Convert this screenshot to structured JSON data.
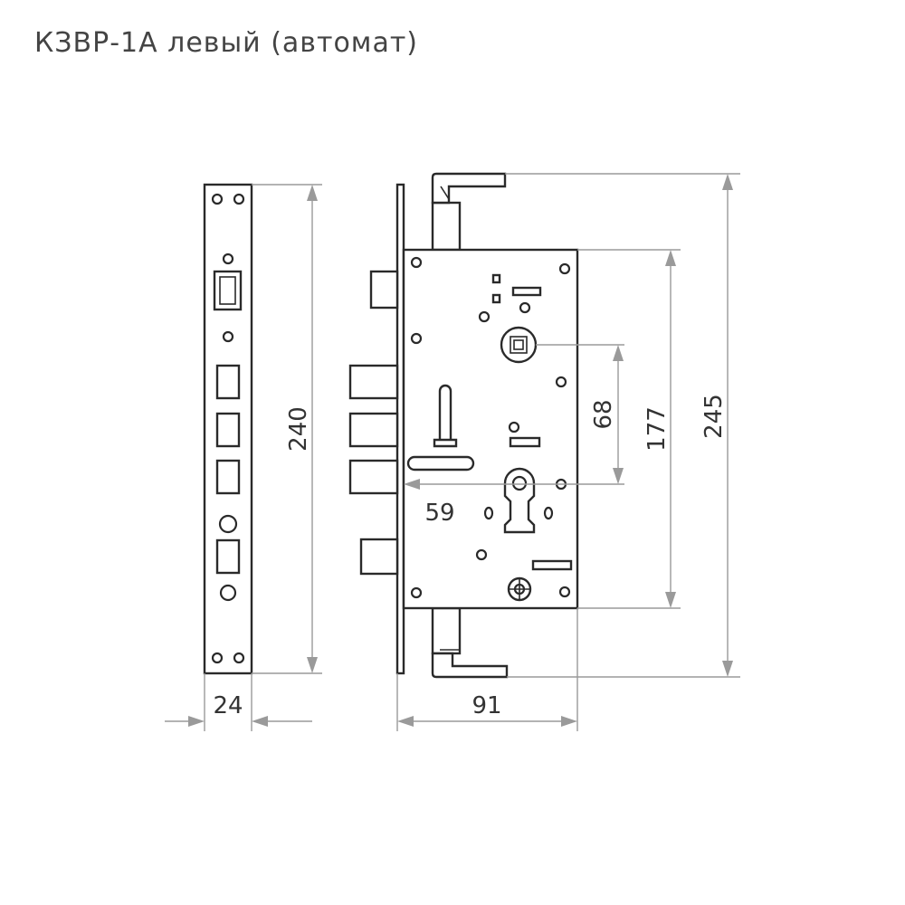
{
  "title": "КЗВР-1А  левый (автомат)",
  "dimensions": {
    "strike_height": "240",
    "strike_width": "24",
    "case_width": "91",
    "backset": "59",
    "centre_distance": "68",
    "case_height": "177",
    "total_height": "245"
  }
}
